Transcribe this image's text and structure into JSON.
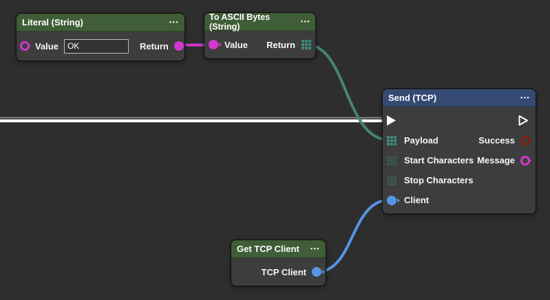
{
  "ui": {
    "menu_dots": "•••"
  },
  "colors": {
    "canvas_bg": "#2e2e2e",
    "node_body": "#3d3d3d",
    "header_green": "#3f5d36",
    "header_blue": "#344a73",
    "magenta": "#d238ce",
    "teal_wire": "#47837a",
    "teal_grid_connected": "#3f8878",
    "teal_grid_idle": "#3b574e",
    "blue": "#5596e3",
    "dark_red": "#7f2012",
    "flow_white": "#ffffff",
    "flow_gray": "#8f8f8f"
  },
  "nodes": {
    "literal": {
      "title": "Literal (String)",
      "value_label": "Value",
      "value_input": "OK",
      "return_label": "Return"
    },
    "to_ascii": {
      "title": "To ASCII Bytes (String)",
      "value_label": "Value",
      "return_label": "Return"
    },
    "send_tcp": {
      "title": "Send (TCP)",
      "rows": [
        {
          "left_label": "Payload",
          "right_label": "Success"
        },
        {
          "left_label": "Start Characters",
          "right_label": "Message"
        },
        {
          "left_label": "Stop Characters"
        },
        {
          "left_label": "Client"
        }
      ]
    },
    "get_tcp_client": {
      "title": "Get TCP Client",
      "output_label": "TCP Client"
    }
  },
  "wires": [
    {
      "name": "flow-wire",
      "color": "#ffffff",
      "from": "left-edge",
      "to": "send-tcp-flow-input"
    },
    {
      "name": "value-wire",
      "color": "#d238ce",
      "from": "literal-return",
      "to": "to-ascii-value"
    },
    {
      "name": "payload-wire",
      "color": "#47837a",
      "from": "to-ascii-return",
      "to": "send-tcp-payload"
    },
    {
      "name": "client-wire",
      "color": "#5596e3",
      "from": "get-tcp-client-output",
      "to": "send-tcp-client"
    }
  ]
}
